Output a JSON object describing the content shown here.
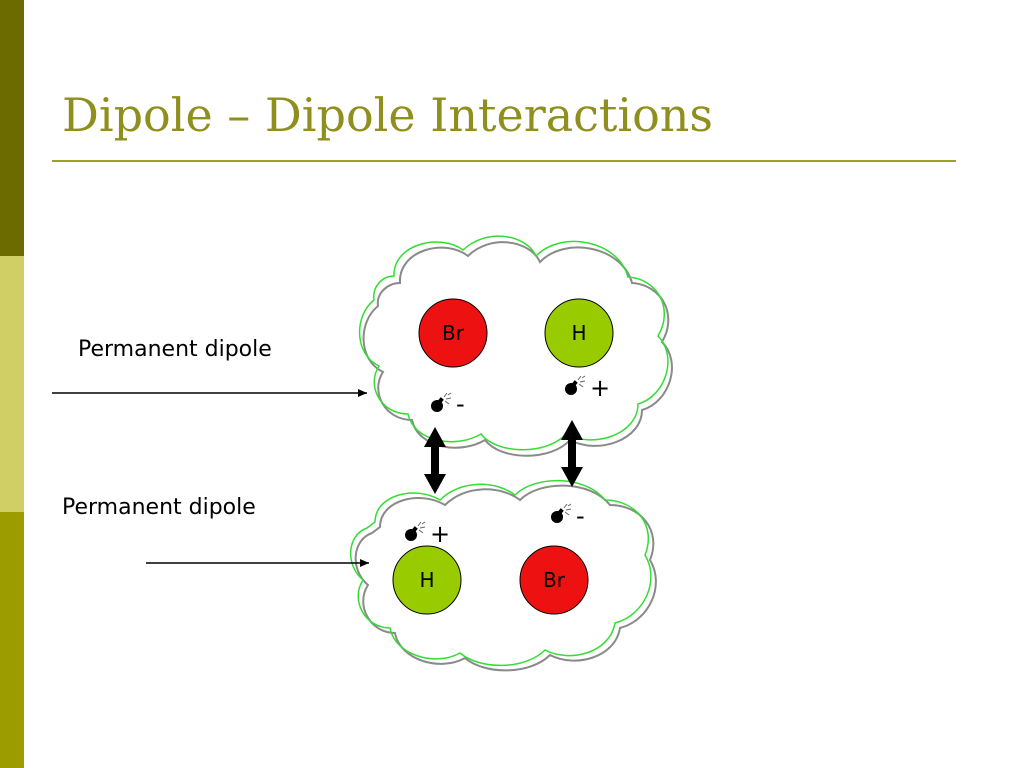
{
  "slide": {
    "title": "Dipole – Dipole Interactions"
  },
  "labels": {
    "top": "Permanent dipole",
    "bottom": "Permanent dipole"
  },
  "molecule_top": {
    "atom_left": {
      "symbol": "Br",
      "color": "#ee1111"
    },
    "atom_right": {
      "symbol": "H",
      "color": "#99cc00"
    },
    "charge_left": "-",
    "charge_right": "+"
  },
  "molecule_bottom": {
    "atom_left": {
      "symbol": "H",
      "color": "#99cc00"
    },
    "atom_right": {
      "symbol": "Br",
      "color": "#ee1111"
    },
    "charge_left": "+",
    "charge_right": "-"
  },
  "colors": {
    "cloud_outline_gray": "#8a8a8a",
    "cloud_outline_green": "#33dd33",
    "accent_title": "#8f8f1e"
  },
  "icons": {
    "delta_symbol": "bomb-glyph-icon"
  }
}
